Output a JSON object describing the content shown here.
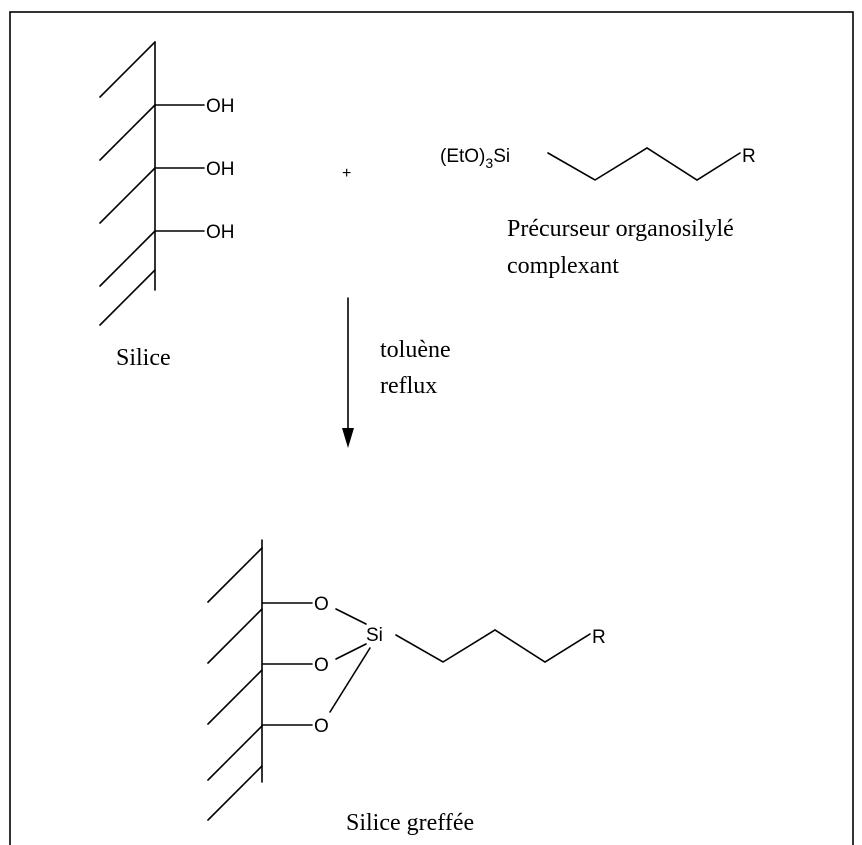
{
  "reactant_silica": {
    "groups": [
      "OH",
      "OH",
      "OH"
    ],
    "caption": "Silice"
  },
  "plus_sign": "+",
  "precursor": {
    "ethoxy": "(EtO)",
    "subscript": "3",
    "silicon": "Si",
    "r_group": "R",
    "caption_line1": "Précurseur organosilylé",
    "caption_line2": "complexant"
  },
  "reaction_arrow": {
    "condition_line1": "toluène",
    "condition_line2": "reflux"
  },
  "product": {
    "oxygens": [
      "O",
      "O",
      "O"
    ],
    "silicon": "Si",
    "r_group": "R",
    "caption": "Silice greffée"
  }
}
